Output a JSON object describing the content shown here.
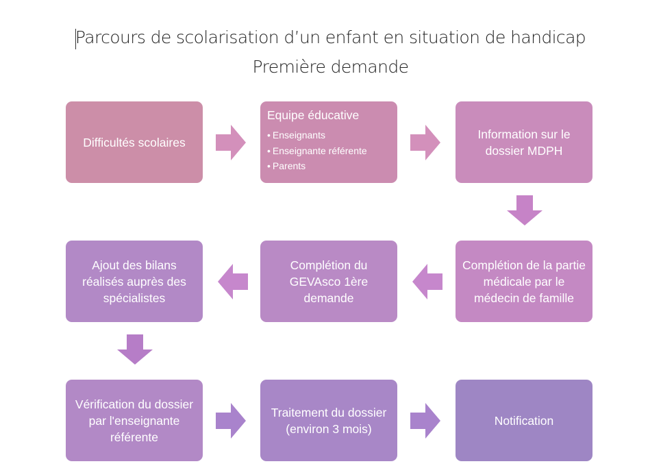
{
  "title": "Parcours de scolarisation d’un enfant en situation de handicap",
  "subtitle": "Première demande",
  "colors": {
    "step1": "#cc8ea8",
    "step2": "#cb8cb0",
    "step3": "#c98cbb",
    "step4": "#c489c3",
    "step5": "#b98ac5",
    "step6": "#b289c6",
    "step7": "#a887c7",
    "step8": "#9e86c4",
    "arrow_row1": "#d390bb",
    "arrow_down1": "#c683c7",
    "arrow_row2": "#c687cc",
    "arrow_down2": "#b67dc7",
    "arrow_row3": "#a983cc"
  },
  "steps": {
    "difficultes": {
      "label": "Difficultés scolaires"
    },
    "equipe": {
      "heading": "Equipe éducative",
      "items": [
        "Enseignants",
        "Enseignante référente",
        "Parents"
      ]
    },
    "information": {
      "label": "Information sur le dossier MDPH"
    },
    "completion_medicale": {
      "label": "Complétion de la partie médicale par le médecin de famille"
    },
    "gevasco": {
      "label": "Complétion du GEVAsco 1ère demande"
    },
    "bilans": {
      "label": "Ajout des bilans réalisés auprès des spécialistes"
    },
    "verification": {
      "label": "Vérification du dossier par l'enseignante référente"
    },
    "traitement": {
      "label": "Traitement du dossier (environ 3 mois)"
    },
    "notification": {
      "label": "Notification"
    }
  }
}
